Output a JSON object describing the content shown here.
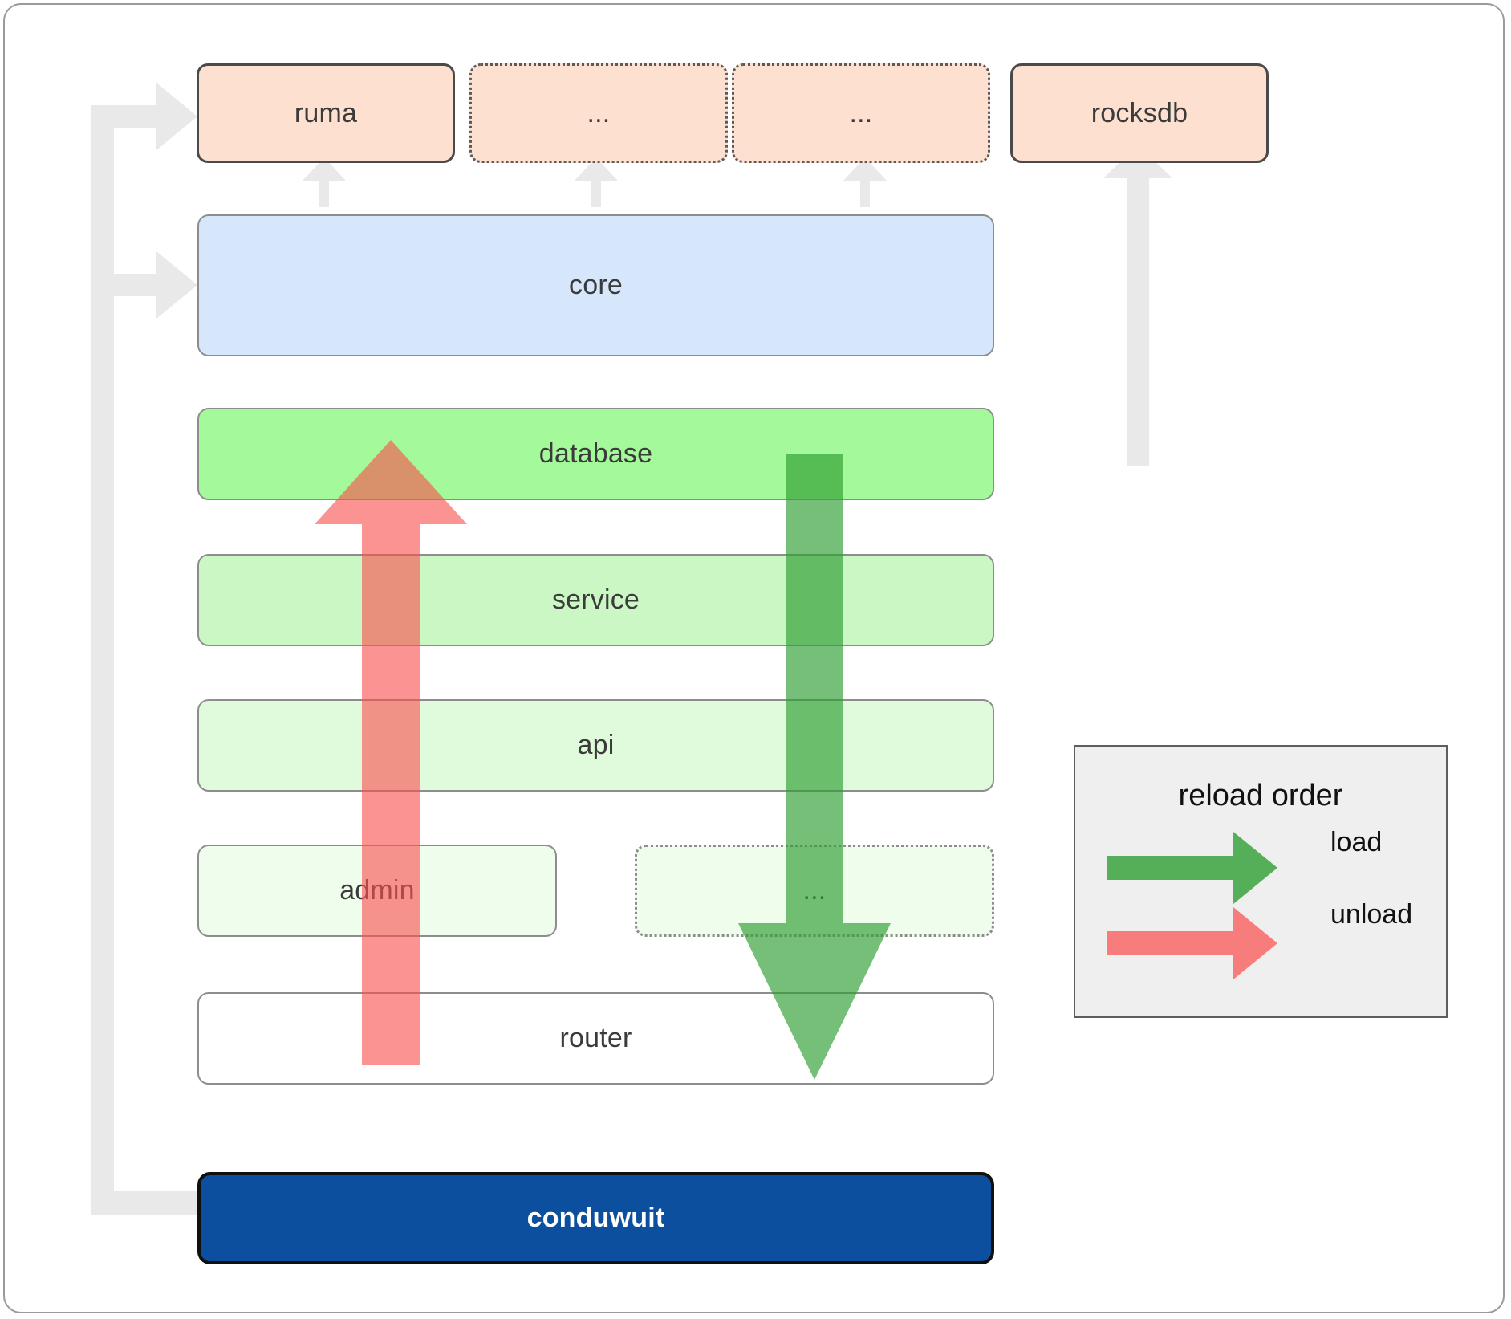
{
  "diagram": {
    "title": "conduwuit crate layer / reload order diagram",
    "colors": {
      "peach": "#fde0cf",
      "core_blue": "#d6e7fb",
      "database_green": "#a4fa9a",
      "service_green": "#caf7c3",
      "api_green": "#e0fbdb",
      "admin_green": "#effdec",
      "router_white": "#ffffff",
      "conduwuit_navy": "#0b4f9e",
      "load_green": "#4aa84a",
      "unload_red": "#fa8181",
      "connector_gray": "#e8e8e8",
      "legend_bg": "#efefef"
    },
    "dependencies": {
      "top_row": [
        {
          "label": "ruma",
          "style": "solid",
          "name": "node-ruma"
        },
        {
          "label": "...",
          "style": "dotted",
          "name": "node-dep-ellipsis-1"
        },
        {
          "label": "...",
          "style": "dotted",
          "name": "node-dep-ellipsis-2"
        },
        {
          "label": "rocksdb",
          "style": "solid",
          "name": "node-rocksdb"
        }
      ]
    },
    "layers": [
      {
        "label": "core",
        "name": "node-core",
        "style": "solid"
      },
      {
        "label": "database",
        "name": "node-database",
        "style": "solid"
      },
      {
        "label": "service",
        "name": "node-service",
        "style": "solid"
      },
      {
        "label": "api",
        "name": "node-api",
        "style": "solid"
      },
      {
        "label": "admin",
        "name": "node-admin",
        "style": "solid"
      },
      {
        "label": "...",
        "name": "node-layer-ellipsis",
        "style": "dotted"
      },
      {
        "label": "router",
        "name": "node-router",
        "style": "solid"
      },
      {
        "label": "conduwuit",
        "name": "node-conduwuit",
        "style": "solid"
      }
    ],
    "legend": {
      "title": "reload order",
      "entries": [
        {
          "label": "load",
          "direction": "down",
          "color": "#4aa84a"
        },
        {
          "label": "unload",
          "direction": "up",
          "color": "#fa8181"
        }
      ]
    }
  }
}
